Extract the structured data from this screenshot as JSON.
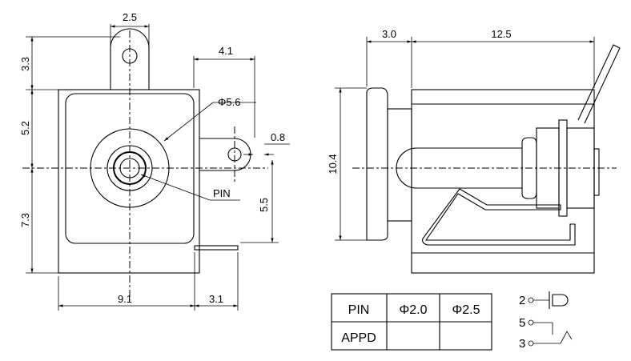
{
  "front_view": {
    "dim_tab_width": "2.5",
    "dim_tab_height": "3.3",
    "dim_upper": "5.2",
    "dim_lower": "7.3",
    "dim_width": "9.1",
    "dim_side_tab": "4.1",
    "dim_hole": "Φ5.6",
    "dim_tab_hole": "0.8",
    "dim_side_offset": "5.5",
    "dim_right_tab": "3.1",
    "pin_label": "PIN"
  },
  "side_view": {
    "dim_flange": "3.0",
    "dim_length": "12.5",
    "dim_height": "10.4"
  },
  "table": {
    "header": [
      "PIN",
      "Φ2.0",
      "Φ2.5"
    ],
    "row": [
      "APPD",
      "",
      ""
    ]
  },
  "schematic": {
    "pins": [
      "2",
      "5",
      "3"
    ]
  }
}
